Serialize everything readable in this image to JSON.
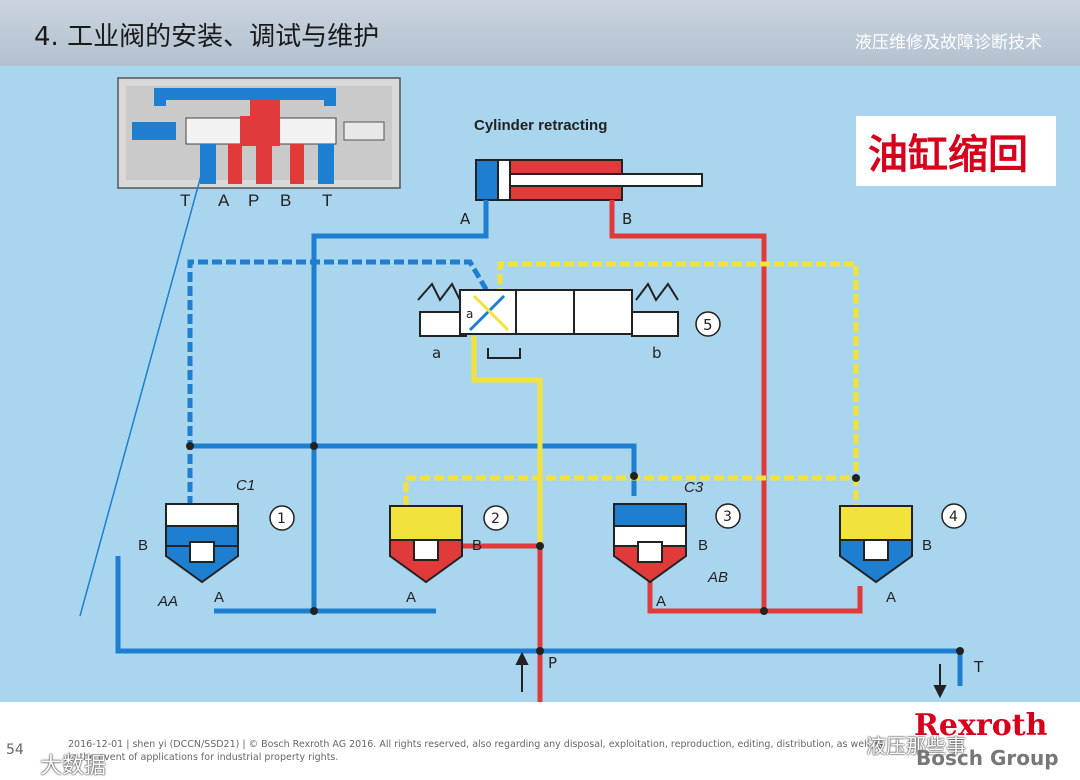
{
  "header": {
    "title": "4. 工业阀的安装、调试与维护",
    "subtitle": "液压维修及故障诊断技术"
  },
  "diagram": {
    "caption": "Cylinder retracting",
    "badge": "油缸缩回",
    "inset_ports": [
      "T",
      "A",
      "P",
      "B",
      "T"
    ],
    "cylinder_ports": {
      "a": "A",
      "b": "B"
    },
    "pilot_valve": {
      "number": "5",
      "left_label": "a",
      "right_label": "b",
      "inner_label": "a"
    },
    "valves": [
      {
        "number": "1",
        "port_b": "B",
        "port_a": "A",
        "chamber": "C1",
        "area": "AA"
      },
      {
        "number": "2",
        "port_b": "B",
        "port_a": "A"
      },
      {
        "number": "3",
        "port_b": "B",
        "port_a": "A",
        "chamber": "C3",
        "area": "AB"
      },
      {
        "number": "4",
        "port_b": "B",
        "port_a": "A"
      }
    ],
    "supply": {
      "p": "P",
      "t": "T"
    },
    "colors": {
      "pressure": "#e03a3a",
      "tank": "#1e7fd0",
      "pilot": "#f2e23c",
      "background": "#a9d6ee"
    }
  },
  "footer": {
    "page": "54",
    "legal": "2016-12-01 | shen yi (DCCN/SSD21) | © Bosch Rexroth AG 2016. All rights reserved, also regarding any disposal, exploitation, reproduction, editing, distribution, as well as in the event of applications for industrial property rights.",
    "watermark": "大数据",
    "wechat": "液压那些事",
    "brand": "Rexroth",
    "brand_group": "Bosch Group"
  }
}
